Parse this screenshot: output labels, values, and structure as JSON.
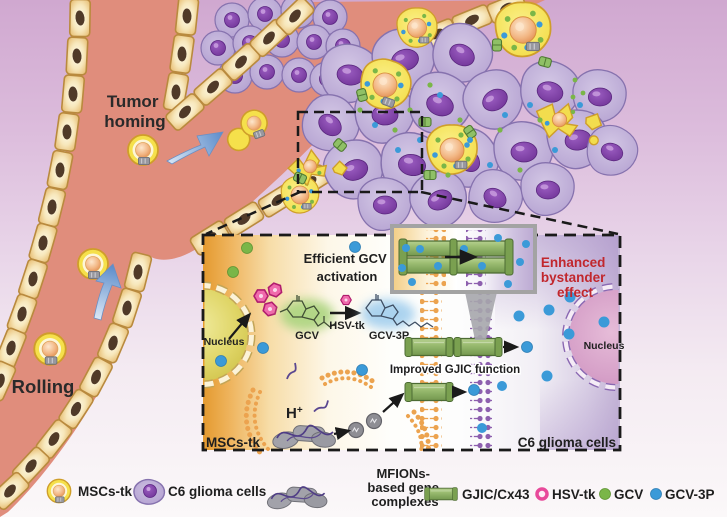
{
  "scene": {
    "tumor_homing": [
      "Tumor",
      "homing"
    ],
    "rolling": "Rolling"
  },
  "inset": {
    "efficient_gcv": [
      "Efficient GCV",
      "activation"
    ],
    "gcv_label": "GCV",
    "hsv_tk_label": "HSV-tk",
    "gcv3p_label": "GCV-3P",
    "nucleus_msc": "Nucleus",
    "nucleus_glioma": "Nucleus",
    "mscs_tk_label": "MSCs-tk",
    "h_letter": "H",
    "h_sup": "+",
    "improved_gjic": "Improved GJIC function",
    "enhanced_bystander": [
      "Enhanced",
      "bystander",
      "effect"
    ],
    "c6_glioma_label": "C6 glioma cells"
  },
  "legend": {
    "mscs_tk": "MSCs-tk",
    "c6_glioma": "C6 glioma cells",
    "mfions": [
      "MFIONs-",
      "based gene",
      "complexes"
    ],
    "gjic": "GJIC/Cx43",
    "hsv_tk": "HSV-tk",
    "gcv": "GCV",
    "gcv3p": "GCV-3P"
  },
  "colors": {
    "vessel": "#e08d7c",
    "glioma_cell": "#b3a0d0",
    "msc_cell": "#f5e04b",
    "gap_junction": "#8fb566",
    "gcv_dot": "#7ab648",
    "gcv3p_dot": "#3b9ad8",
    "hsv_tk_pink": "#f06aac",
    "red_text": "#c1272d"
  }
}
